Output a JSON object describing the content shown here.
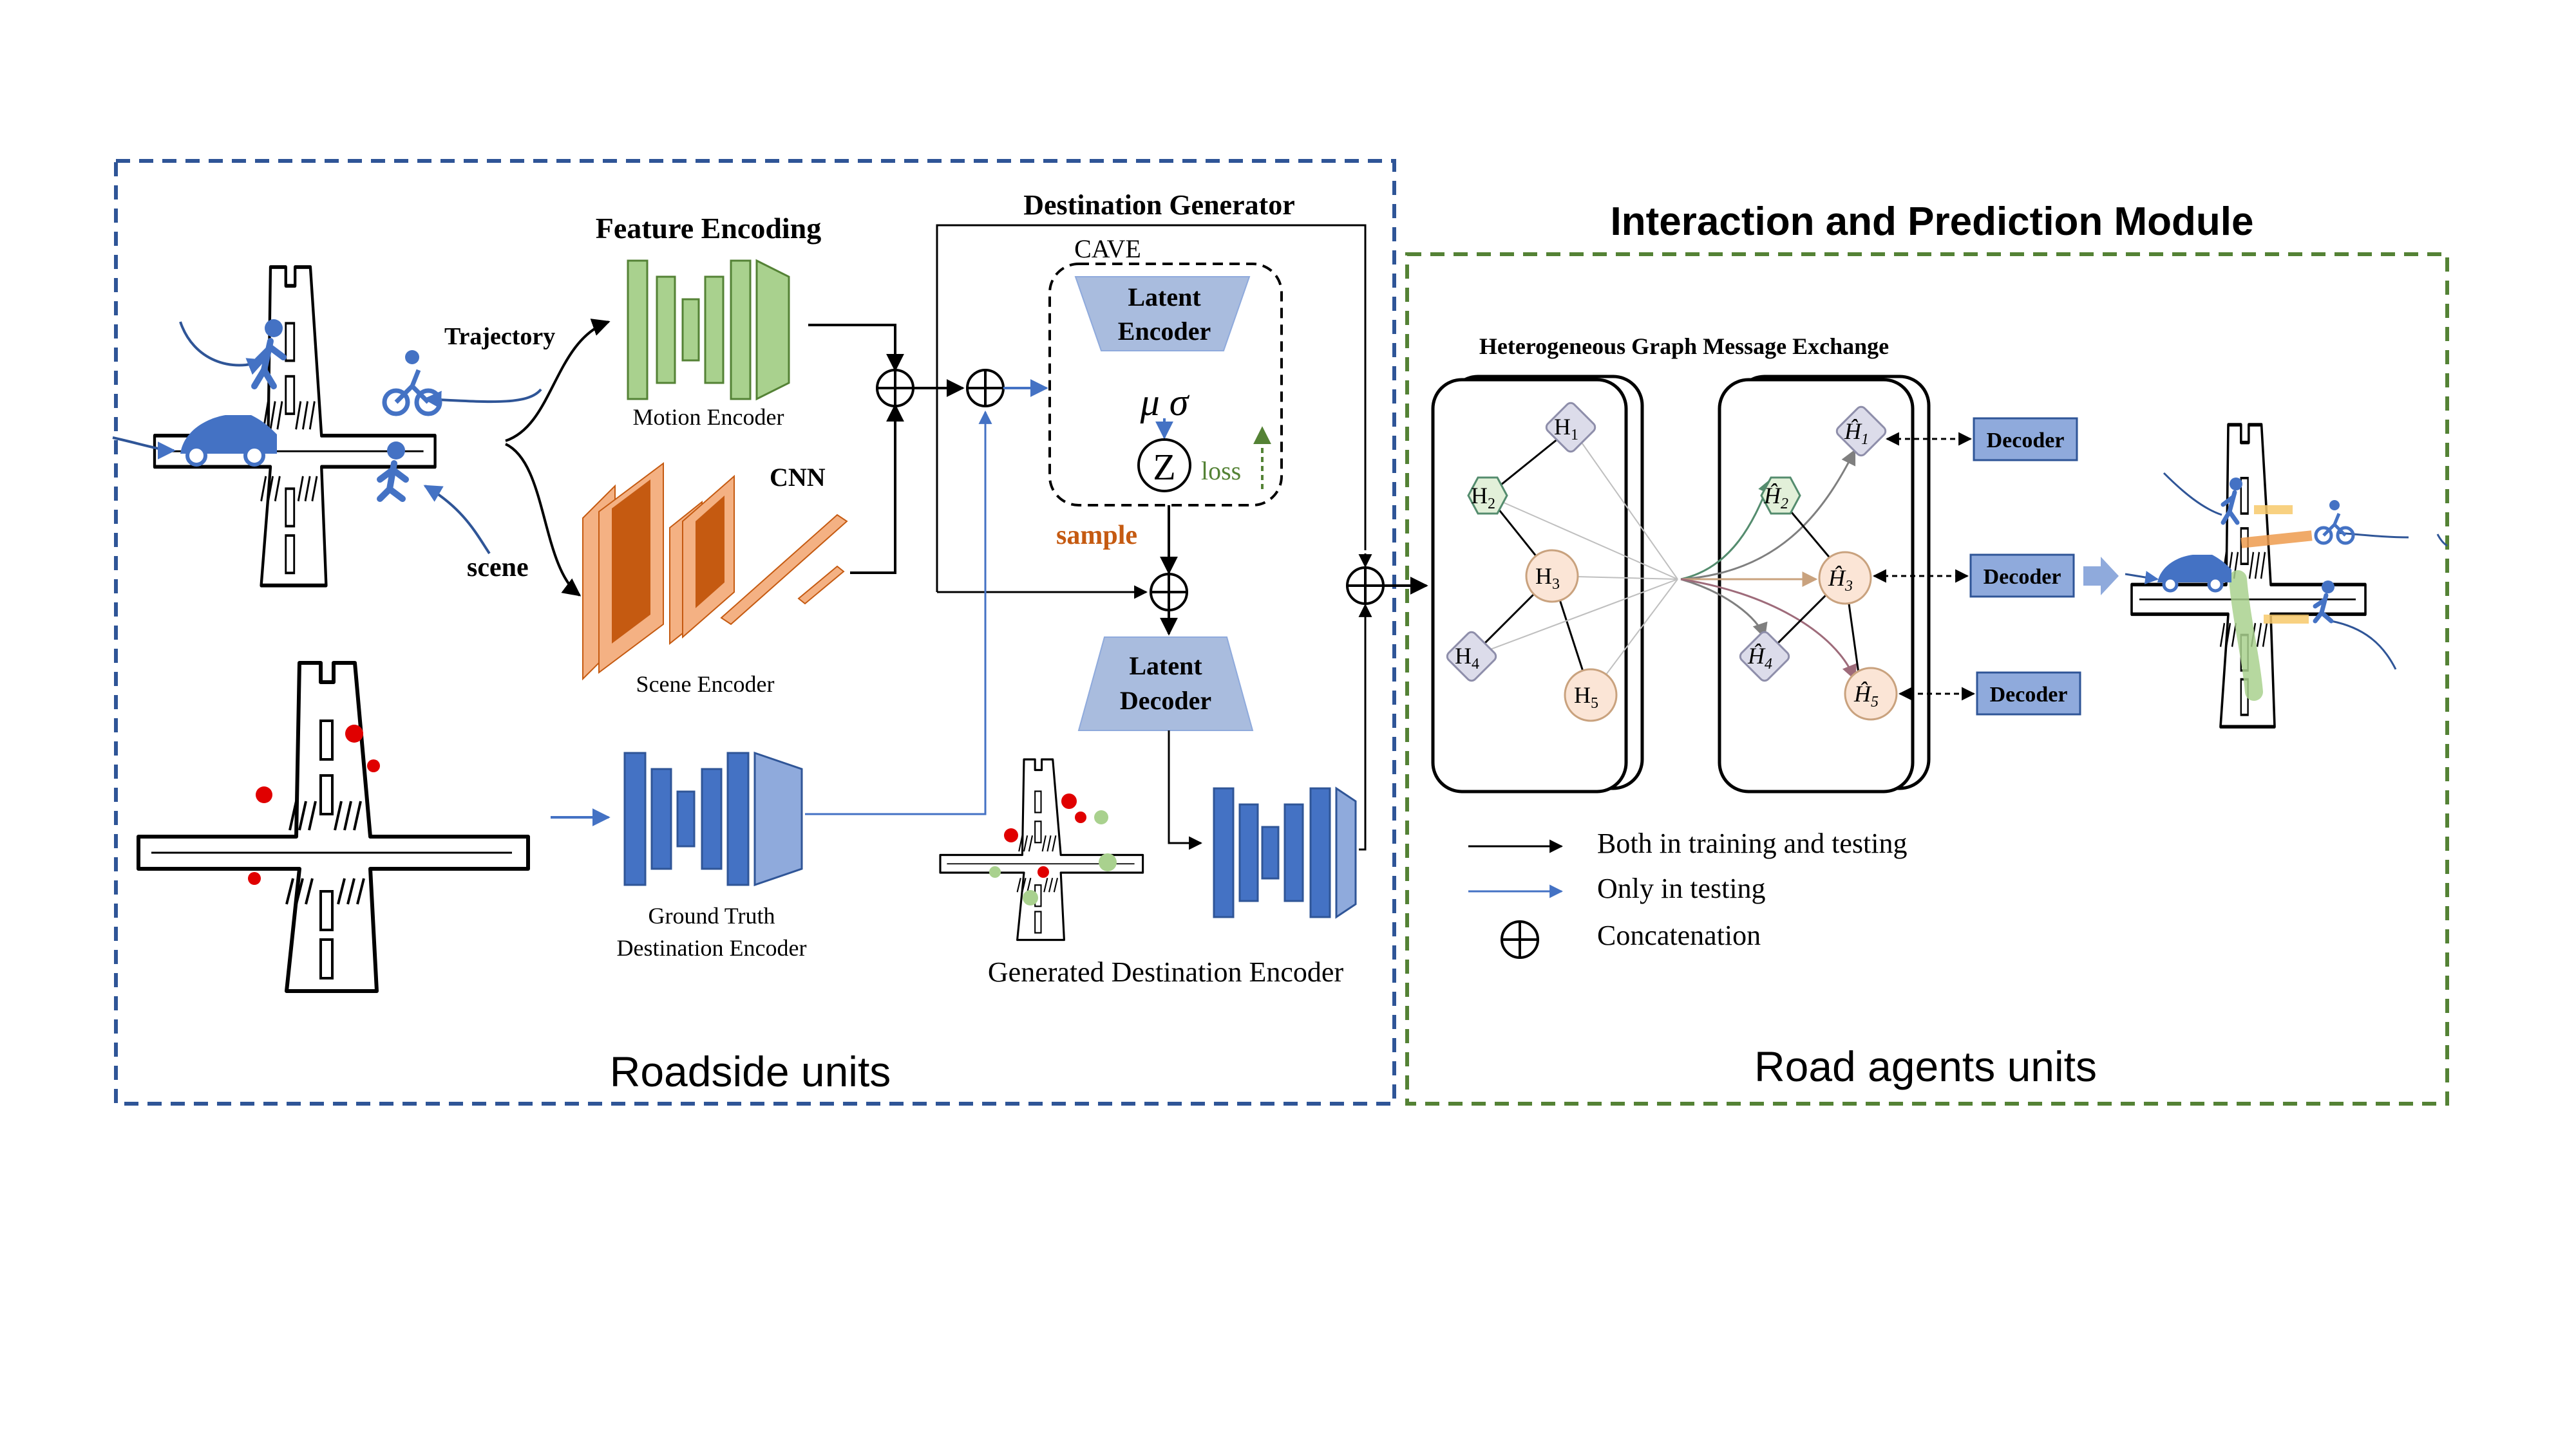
{
  "left_panel": {
    "label": "Roadside units",
    "feature_encoding_title": "Feature Encoding",
    "trajectory_label": "Trajectory",
    "scene_label": "scene",
    "motion_encoder_label": "Motion Encoder",
    "cnn_label": "CNN",
    "scene_encoder_label": "Scene Encoder",
    "gt_encoder_label_1": "Ground Truth",
    "gt_encoder_label_2": "Destination Encoder",
    "destination_generator_title": "Destination Generator",
    "cave_label": "CAVE",
    "latent_encoder_1": "Latent",
    "latent_encoder_2": "Encoder",
    "mu_sigma": "μ  σ",
    "z_label": "Z",
    "loss_label": "loss",
    "sample_label": "sample",
    "latent_decoder_1": "Latent",
    "latent_decoder_2": "Decoder",
    "generated_encoder_label": "Generated Destination Encoder"
  },
  "right_panel": {
    "title": "Interaction and Prediction Module",
    "label": "Road agents units",
    "graph_title": "Heterogeneous Graph Message Exchange",
    "nodes_left": [
      {
        "base": "H",
        "sub": "1"
      },
      {
        "base": "H",
        "sub": "2"
      },
      {
        "base": "H",
        "sub": "3"
      },
      {
        "base": "H",
        "sub": "4"
      },
      {
        "base": "H",
        "sub": "5"
      }
    ],
    "nodes_right": [
      {
        "base": "Ĥ",
        "sub": "1"
      },
      {
        "base": "Ĥ",
        "sub": "2"
      },
      {
        "base": "Ĥ",
        "sub": "3"
      },
      {
        "base": "Ĥ",
        "sub": "4"
      },
      {
        "base": "Ĥ",
        "sub": "5"
      }
    ],
    "decoders": [
      "Decoder",
      "Decoder",
      "Decoder"
    ]
  },
  "legend": {
    "both": "Both in training and testing",
    "testing": "Only in testing",
    "concat": "Concatenation",
    "concat_symbol": "⊕"
  },
  "colors": {
    "blue_dash": "#2F5597",
    "green_dash": "#548235",
    "agent_blue": "#4472C4",
    "green_block": "#A9D18E",
    "orange_block": "#F4B183",
    "orange_dark": "#C55A11",
    "latent_fill": "#A9BCDE",
    "decoder_fill": "#8FAADC",
    "node_green": "#E2F0D9",
    "node_orange": "#FBE5D6",
    "node_purple": "#DCDCEA"
  }
}
